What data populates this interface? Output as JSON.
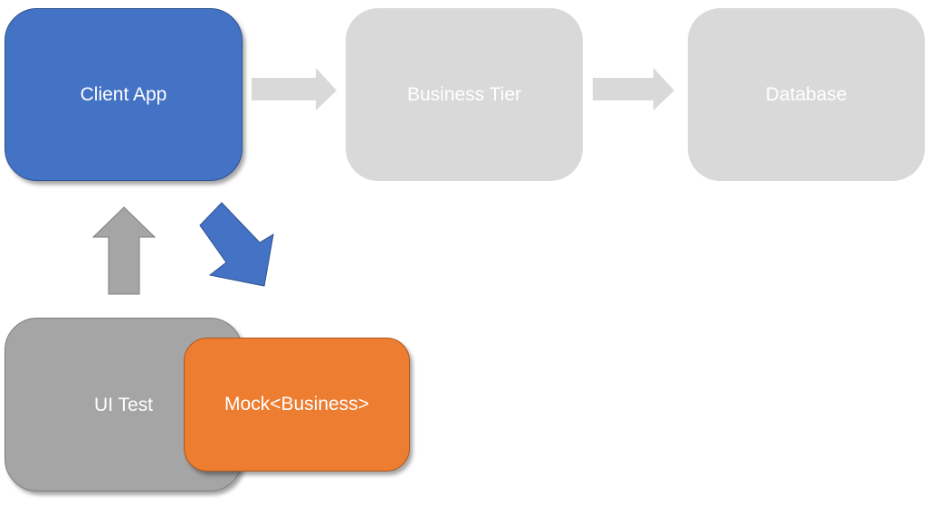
{
  "nodes": {
    "client_app": {
      "label": "Client App",
      "color": "#4472c4"
    },
    "business_tier": {
      "label": "Business Tier",
      "color": "#d9d9d9"
    },
    "database": {
      "label": "Database",
      "color": "#d9d9d9"
    },
    "ui_test": {
      "label": "UI Test",
      "color": "#a5a5a5"
    },
    "mock_business": {
      "label": "Mock<Business>",
      "color": "#ed7d31"
    }
  },
  "arrows": [
    {
      "from": "client_app",
      "to": "business_tier",
      "color": "#d9d9d9"
    },
    {
      "from": "business_tier",
      "to": "database",
      "color": "#d9d9d9"
    },
    {
      "from": "ui_test",
      "to": "client_app",
      "color": "#a5a5a5"
    },
    {
      "from": "client_app",
      "to": "mock_business",
      "color": "#4472c4"
    }
  ]
}
